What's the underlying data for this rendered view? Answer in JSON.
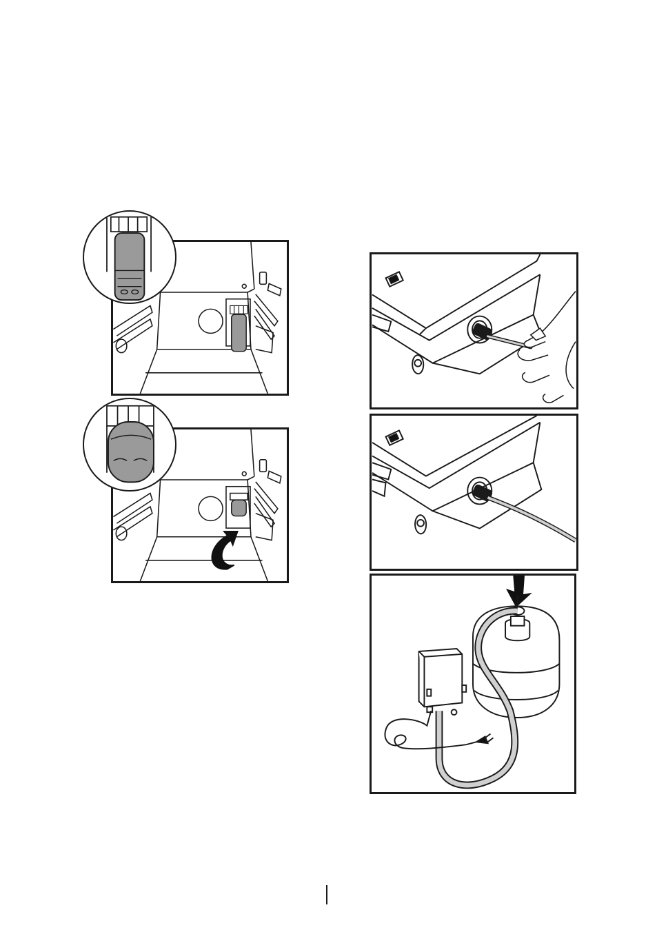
{
  "page": {
    "colors": {
      "stroke": "#1a1a1a",
      "filter_fill": "#9a9a9a",
      "hose_fill": "#d0d0d0",
      "paper": "#ffffff"
    },
    "figures": [
      {
        "id": "fig-filter-insert",
        "icons": [
          "refrigerator-interior-icon",
          "water-filter-icon",
          "zoom-detail-icon"
        ]
      },
      {
        "id": "fig-filter-rotate",
        "icons": [
          "refrigerator-interior-icon",
          "water-filter-icon",
          "rotate-arrow-icon"
        ]
      },
      {
        "id": "fig-hose-insert",
        "icons": [
          "water-pump-icon",
          "hand-icon",
          "hose-icon"
        ]
      },
      {
        "id": "fig-hose-connected",
        "icons": [
          "water-pump-icon",
          "hose-icon"
        ]
      },
      {
        "id": "fig-pump-bottle",
        "icons": [
          "water-pump-icon",
          "water-bottle-icon",
          "power-plug-icon",
          "down-arrow-icon"
        ]
      }
    ]
  }
}
